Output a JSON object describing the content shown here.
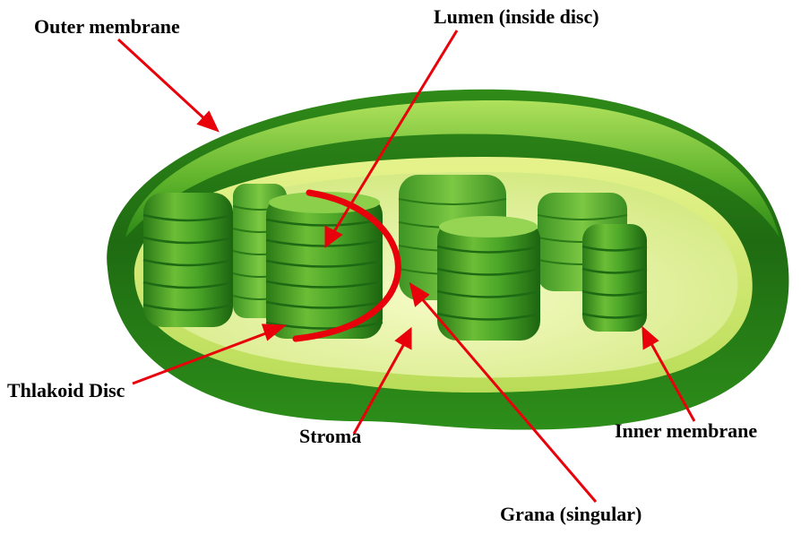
{
  "labels": {
    "outer_membrane": "Outer membrane",
    "lumen": "Lumen (inside disc)",
    "thylakoid_disc": "Thlakoid Disc",
    "stroma": "Stroma",
    "inner_membrane": "Inner membrane",
    "grana": "Grana (singular)"
  },
  "colors": {
    "outer_dark": "#1f6b12",
    "outer_mid": "#3c9a1f",
    "outer_light": "#8fd23f",
    "inner_rim": "#d9ec7a",
    "stroma_fill": "#eef6a8",
    "disc_dark": "#1e6a14",
    "disc_mid": "#4ea82a",
    "disc_light": "#8ccf4a",
    "arrow": "#e8000b",
    "text": "#000000"
  }
}
